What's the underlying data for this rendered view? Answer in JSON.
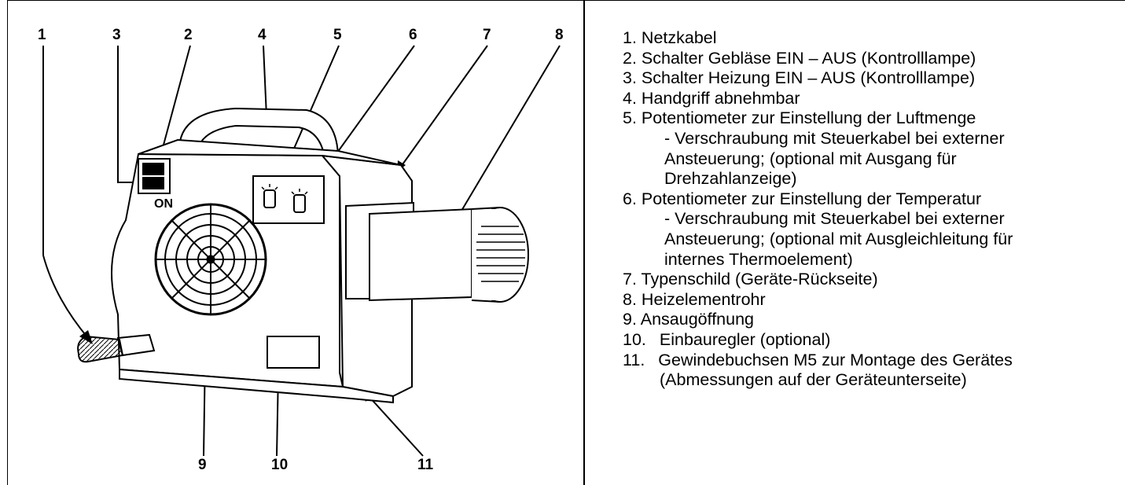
{
  "callouts": {
    "n1": "1",
    "n3": "3",
    "n2": "2",
    "n4": "4",
    "n5": "5",
    "n6": "6",
    "n7": "7",
    "n8": "8",
    "n9": "9",
    "n10": "10",
    "n11": "11"
  },
  "device_labels": {
    "on": "ON"
  },
  "legend": {
    "items": [
      {
        "num": "1.",
        "text": "Netzkabel"
      },
      {
        "num": "2.",
        "text": "Schalter Gebläse EIN – AUS (Kontrolllampe)"
      },
      {
        "num": "3.",
        "text": "Schalter Heizung EIN – AUS (Kontrolllampe)"
      },
      {
        "num": "4.",
        "text": "Handgriff abnehmbar"
      },
      {
        "num": "5.",
        "text": "Potentiometer zur Einstellung der Luftmenge",
        "sub": [
          "- Verschraubung mit Steuerkabel bei externer",
          "Ansteuerung; (optional mit Ausgang für",
          "Drehzahlanzeige)"
        ]
      },
      {
        "num": "6.",
        "text": "Potentiometer zur Einstellung der Temperatur",
        "sub": [
          "- Verschraubung mit Steuerkabel bei externer",
          "Ansteuerung; (optional mit Ausgleichleitung für",
          "internes Thermoelement)"
        ]
      },
      {
        "num": "7.",
        "text": "Typenschild (Geräte-Rückseite)"
      },
      {
        "num": "8.",
        "text": "Heizelementrohr"
      },
      {
        "num": "9.",
        "text": "Ansaugöffnung"
      },
      {
        "num": "10.",
        "text": "Einbauregler (optional)"
      },
      {
        "num": "11.",
        "text": "Gewindebuchsen M5 zur Montage des Gerätes",
        "sub": [
          "(Abmessungen auf der Geräteunterseite)"
        ]
      }
    ]
  }
}
